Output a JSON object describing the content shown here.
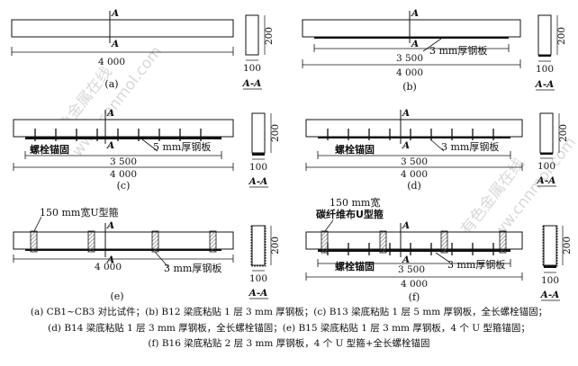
{
  "beam": {
    "length_label": "4 000",
    "bond_length_label": "3 500",
    "section_height_label": "200",
    "section_width_label": "100",
    "section_mark": "A",
    "section_title": "A-A"
  },
  "labels": {
    "plate3": "3 mm厚钢板",
    "plate5": "5 mm厚钢板",
    "bolt": "螺栓锚固",
    "u_steel": "150 mm宽U型箍",
    "u_cfrp_line1": "150 mm宽",
    "u_cfrp_line2": "碳纤维布U型箍"
  },
  "panels": [
    "(a)",
    "(b)",
    "(c)",
    "(d)",
    "(e)",
    "(f)"
  ],
  "caption": {
    "line1": "(a) CB1~CB3 对比试件；(b) B12 梁底粘贴 1 层 3 mm 厚钢板；(c) B13 梁底粘贴 1 层 5 mm 厚钢板，全长螺栓锚固；",
    "line2": "(d) B14 梁底粘贴 1 层 3 mm 厚钢板，全长螺栓锚固；(e) B15 梁底粘贴 1 层 3 mm 厚钢板，4 个 U 型箍锚固；",
    "line3": "(f) B16 梁底粘贴 2 层 3 mm 厚钢板，4 个 U 型箍+全长螺栓锚固"
  },
  "watermark": {
    "cn": "有色金属在线",
    "url": "www.cnnmol.com"
  }
}
